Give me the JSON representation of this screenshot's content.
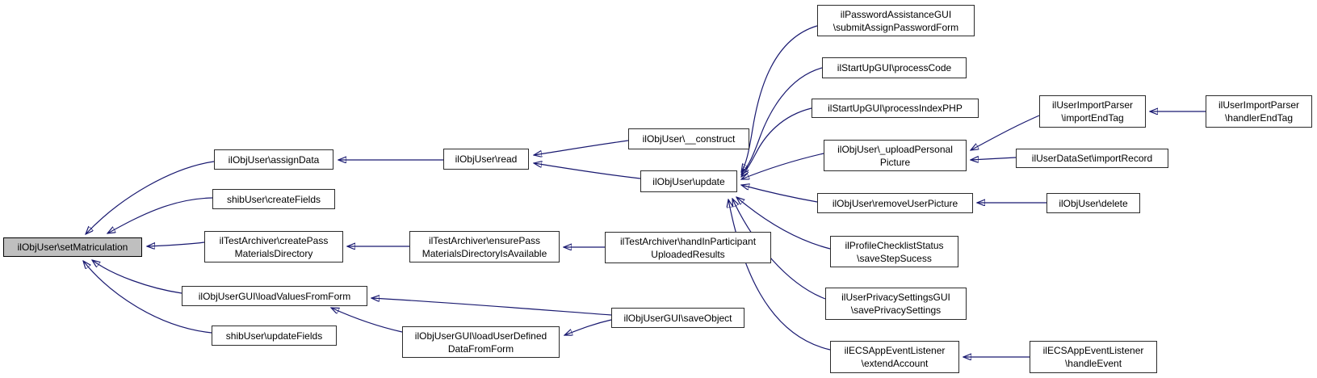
{
  "diagram": {
    "kind": "doxygen-caller-graph",
    "edge_color": "#191970",
    "node_fill": "#ffffff",
    "node_border_color": "#2b2b2b",
    "main_node_fill": "#bfbfbf",
    "background": "#ffffff"
  },
  "nodes": {
    "setMatriculation": {
      "line1": "ilObjUser\\setMatriculation"
    },
    "assignData": {
      "line1": "ilObjUser\\assignData"
    },
    "createFields": {
      "line1": "shibUser\\createFields"
    },
    "createPassMaterialsDirectory": {
      "line1": "ilTestArchiver\\createPass",
      "line2": "MaterialsDirectory"
    },
    "loadValuesFromForm": {
      "line1": "ilObjUserGUI\\loadValuesFromForm"
    },
    "updateFields": {
      "line1": "shibUser\\updateFields"
    },
    "read": {
      "line1": "ilObjUser\\read"
    },
    "ensurePassMaterialsDirectoryIsAvailable": {
      "line1": "ilTestArchiver\\ensurePass",
      "line2": "MaterialsDirectoryIsAvailable"
    },
    "loadUserDefinedDataFromForm": {
      "line1": "ilObjUserGUI\\loadUserDefined",
      "line2": "DataFromForm"
    },
    "construct": {
      "line1": "ilObjUser\\__construct"
    },
    "update": {
      "line1": "ilObjUser\\update"
    },
    "handInParticipantUploadedResults": {
      "line1": "ilTestArchiver\\handInParticipant",
      "line2": "UploadedResults"
    },
    "saveObject": {
      "line1": "ilObjUserGUI\\saveObject"
    },
    "submitAssignPasswordForm": {
      "line1": "ilPasswordAssistanceGUI",
      "line2": "\\submitAssignPasswordForm"
    },
    "processCode": {
      "line1": "ilStartUpGUI\\processCode"
    },
    "processIndexPHP": {
      "line1": "ilStartUpGUI\\processIndexPHP"
    },
    "uploadPersonalPicture": {
      "line1": "ilObjUser\\_uploadPersonal",
      "line2": "Picture"
    },
    "removeUserPicture": {
      "line1": "ilObjUser\\removeUserPicture"
    },
    "saveStepSucess": {
      "line1": "ilProfileChecklistStatus",
      "line2": "\\saveStepSucess"
    },
    "savePrivacySettings": {
      "line1": "ilUserPrivacySettingsGUI",
      "line2": "\\savePrivacySettings"
    },
    "extendAccount": {
      "line1": "ilECSAppEventListener",
      "line2": "\\extendAccount"
    },
    "importEndTag": {
      "line1": "ilUserImportParser",
      "line2": "\\importEndTag"
    },
    "importRecord": {
      "line1": "ilUserDataSet\\importRecord"
    },
    "delete": {
      "line1": "ilObjUser\\delete"
    },
    "handleEvent": {
      "line1": "ilECSAppEventListener",
      "line2": "\\handleEvent"
    },
    "handlerEndTag": {
      "line1": "ilUserImportParser",
      "line2": "\\handlerEndTag"
    }
  }
}
